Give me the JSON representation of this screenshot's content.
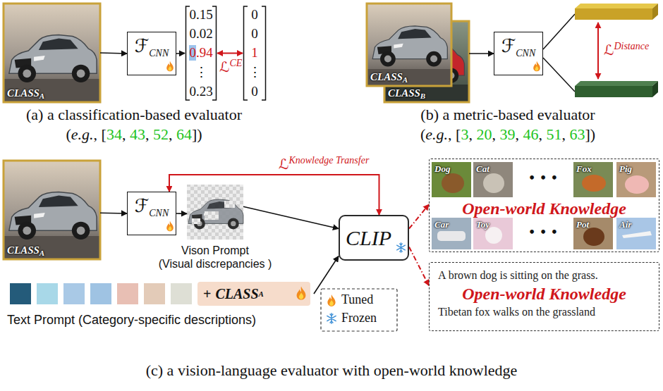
{
  "diagram": {
    "nodes": [
      {
        "text": [
          "CLASS",
          "A"
        ]
      },
      {
        "text": [
          "ℱ",
          "CNN"
        ]
      },
      {
        "text": [
          "0.15",
          "0.02",
          "0.94",
          "⋮",
          "0.23"
        ]
      },
      {
        "text": [
          "0",
          "0",
          "1",
          "⋮",
          "0"
        ]
      },
      {
        "text": [
          "CLASS",
          "A"
        ]
      },
      {
        "text": [
          "CLASS",
          "B"
        ]
      },
      {
        "text": [
          "ℱ",
          "CNN"
        ]
      },
      {
        "text": [
          "CLASS",
          "A"
        ]
      },
      {
        "text": [
          "ℱ",
          "CNN"
        ]
      },
      {
        "text": [
          "Vison Prompt",
          "(Visual discrepancies )"
        ]
      },
      {
        "text": [
          "CLIP"
        ]
      },
      {
        "text": [
          "Text Prompt (Category-specific descriptions)"
        ]
      },
      {
        "text": [
          "+",
          "CLASS",
          "A"
        ],
        "in": 11
      },
      {
        "text": [
          "Open-world Knowledge"
        ]
      },
      {
        "text": [
          "Dog"
        ],
        "in": 13
      },
      {
        "text": [
          "Cat"
        ],
        "in": 13
      },
      {
        "text": [
          "Fox"
        ],
        "in": 13
      },
      {
        "text": [
          "Pig"
        ],
        "in": 13
      },
      {
        "text": [
          "Car"
        ],
        "in": 13
      },
      {
        "text": [
          "Toy"
        ],
        "in": 13
      },
      {
        "text": [
          "Pot"
        ],
        "in": 13
      },
      {
        "text": [
          "Air"
        ],
        "in": 13
      },
      {
        "text": [
          "A brown dog is sitting on the grass.",
          "Open-world Knowledge",
          "Tibetan fox walks on the grassland"
        ]
      }
    ],
    "edges": [
      {
        "from": 0,
        "to": 1,
        "arrow": "to"
      },
      {
        "from": 1,
        "to": 2,
        "arrow": "to"
      },
      {
        "from": 2,
        "to": 3,
        "arrow": "both"
      },
      {
        "from": 5,
        "to": 6,
        "arrow": "to"
      },
      {
        "from": 7,
        "to": 8,
        "arrow": "to"
      },
      {
        "from": 8,
        "to": 9,
        "arrow": "to"
      },
      {
        "from": 9,
        "to": 10,
        "arrow": "to"
      },
      {
        "from": 11,
        "to": 10,
        "arrow": "to"
      },
      {
        "from": 10,
        "to": 8,
        "arrow": "both"
      },
      {
        "from": 10,
        "to": 13,
        "arrow": "to"
      },
      {
        "from": 10,
        "to": 22,
        "arrow": "to"
      }
    ],
    "labels": [
      "ℒ",
      "CE",
      "(a) a classification-based evaluator",
      "(",
      "e.g.",
      ", [",
      "34",
      ", ",
      "43",
      ", ",
      "52",
      ", ",
      "64",
      "])",
      "ℒ",
      "Distance",
      "(b) a metric-based evaluator",
      "(",
      "e.g.",
      ", [",
      "3",
      ", ",
      "20",
      ", ",
      "39",
      ", ",
      "46",
      ", ",
      "51",
      ", ",
      "63",
      "])",
      "ℒ",
      "Knowledge Transfer",
      "• • •",
      "• • •",
      "(c) a vision-language evaluator with open-world knowledge"
    ],
    "legend": [
      {
        "text": "Tuned"
      },
      {
        "text": "Frozen"
      }
    ]
  }
}
